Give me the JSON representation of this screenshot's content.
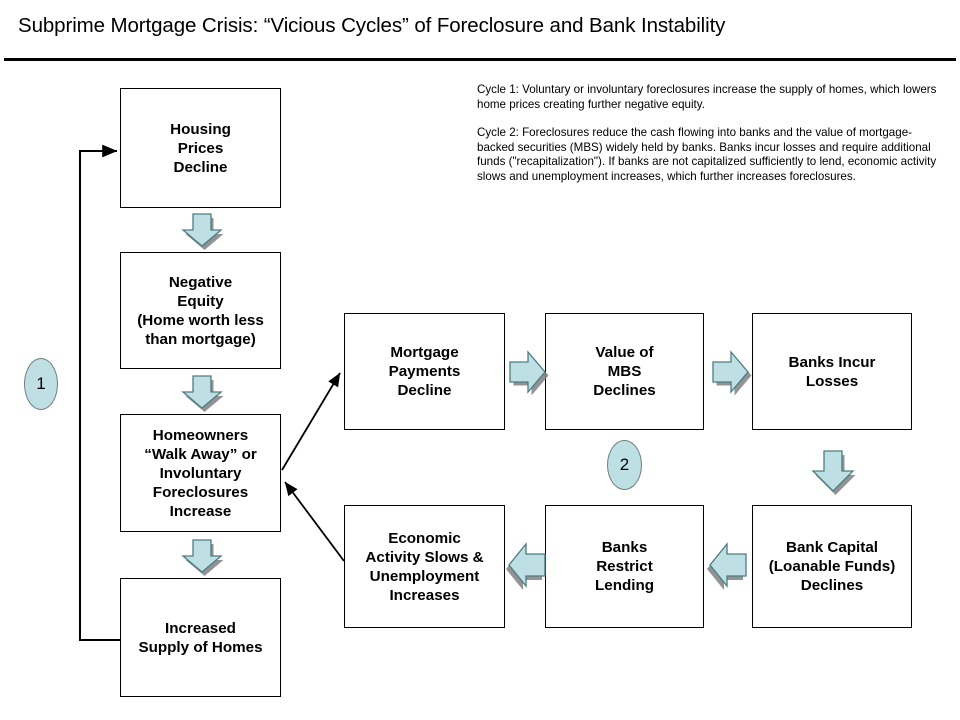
{
  "title": "Subprime Mortgage Crisis:  “Vicious Cycles” of Foreclosure and Bank Instability",
  "notes": {
    "cycle1": "Cycle 1: Voluntary or involuntary foreclosures increase the supply of homes, which lowers home prices creating further negative equity.",
    "cycle2": "Cycle 2: Foreclosures reduce the cash flowing into banks and the value of mortgage-backed securities (MBS) widely held by banks.  Banks incur losses and require additional funds (\"recapitalization\").  If banks are not capitalized sufficiently to lend, economic activity slows and unemployment increases, which further increases foreclosures."
  },
  "colors": {
    "arrow_fill": "#bee0e4",
    "arrow_stroke": "#4d7c82",
    "arrow_shadow": "#808080",
    "ellipse_fill": "#bee0e4",
    "ellipse_stroke": "#6f7f7f",
    "box_stroke": "#000000",
    "background": "#ffffff"
  },
  "cycle_markers": [
    {
      "name": "cycle-1-marker",
      "label": "1"
    },
    {
      "name": "cycle-2-marker",
      "label": "2"
    }
  ],
  "nodes": {
    "housing_prices_decline": "Housing\nPrices\nDecline",
    "negative_equity": "Negative\nEquity\n(Home worth less\nthan mortgage)",
    "homeowners_walk_away": "Homeowners\n“Walk Away” or\nInvoluntary\nForeclosures\nIncrease",
    "increased_supply": "Increased\nSupply of Homes",
    "mortgage_payments_decline": "Mortgage\nPayments\nDecline",
    "value_of_mbs_declines": "Value of\nMBS\nDeclines",
    "banks_incur_losses": "Banks Incur\nLosses",
    "bank_capital_declines": "Bank Capital\n(Loanable Funds)\nDeclines",
    "banks_restrict_lending": "Banks\nRestrict\nLending",
    "economic_activity_slows": "Economic\nActivity Slows &\nUnemployment\nIncreases"
  },
  "chart_data": {
    "type": "diagram",
    "title": "Subprime Mortgage Crisis:  “Vicious Cycles” of Foreclosure and Bank Instability",
    "nodes": [
      {
        "id": "housing_prices_decline",
        "label": "Housing Prices Decline",
        "cycle": 1
      },
      {
        "id": "negative_equity",
        "label": "Negative Equity (Home worth less than mortgage)",
        "cycle": 1
      },
      {
        "id": "homeowners_walk_away",
        "label": "Homeowners “Walk Away” or Involuntary Foreclosures Increase",
        "cycle": 1
      },
      {
        "id": "increased_supply",
        "label": "Increased Supply of Homes",
        "cycle": 1
      },
      {
        "id": "mortgage_payments_decline",
        "label": "Mortgage Payments Decline",
        "cycle": 2
      },
      {
        "id": "value_of_mbs_declines",
        "label": "Value of MBS Declines",
        "cycle": 2
      },
      {
        "id": "banks_incur_losses",
        "label": "Banks Incur Losses",
        "cycle": 2
      },
      {
        "id": "bank_capital_declines",
        "label": "Bank Capital (Loanable Funds) Declines",
        "cycle": 2
      },
      {
        "id": "banks_restrict_lending",
        "label": "Banks Restrict Lending",
        "cycle": 2
      },
      {
        "id": "economic_activity_slows",
        "label": "Economic Activity Slows & Unemployment Increases",
        "cycle": 2
      }
    ],
    "edges": [
      {
        "from": "housing_prices_decline",
        "to": "negative_equity",
        "style": "block-arrow-down"
      },
      {
        "from": "negative_equity",
        "to": "homeowners_walk_away",
        "style": "block-arrow-down"
      },
      {
        "from": "homeowners_walk_away",
        "to": "increased_supply",
        "style": "block-arrow-down"
      },
      {
        "from": "increased_supply",
        "to": "housing_prices_decline",
        "style": "line-feedback-left"
      },
      {
        "from": "homeowners_walk_away",
        "to": "mortgage_payments_decline",
        "style": "line-diagonal"
      },
      {
        "from": "mortgage_payments_decline",
        "to": "value_of_mbs_declines",
        "style": "block-arrow-right"
      },
      {
        "from": "value_of_mbs_declines",
        "to": "banks_incur_losses",
        "style": "block-arrow-right"
      },
      {
        "from": "banks_incur_losses",
        "to": "bank_capital_declines",
        "style": "block-arrow-down"
      },
      {
        "from": "bank_capital_declines",
        "to": "banks_restrict_lending",
        "style": "block-arrow-left"
      },
      {
        "from": "banks_restrict_lending",
        "to": "economic_activity_slows",
        "style": "block-arrow-left"
      },
      {
        "from": "economic_activity_slows",
        "to": "homeowners_walk_away",
        "style": "line-diagonal"
      }
    ]
  }
}
